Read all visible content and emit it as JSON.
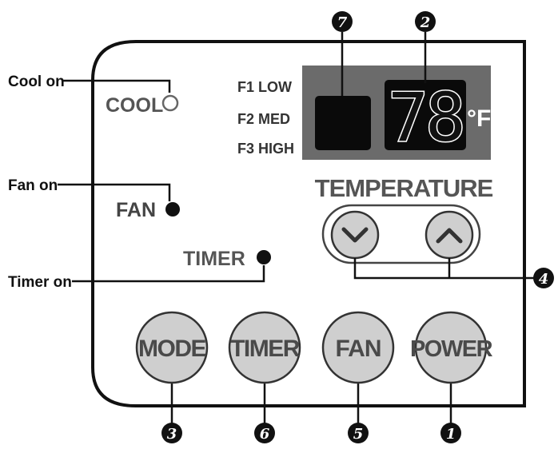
{
  "left_labels": {
    "cool_on": "Cool on",
    "fan_on": "Fan on",
    "timer_on": "Timer on"
  },
  "panel": {
    "cool_indicator": "COOL",
    "fan_indicator": "FAN",
    "timer_indicator": "TIMER",
    "fan_speeds": [
      "F1 LOW",
      "F2 MED",
      "F3 HIGH"
    ],
    "temperature_value": "78",
    "temperature_unit": "°F",
    "temperature_label": "TEMPERATURE",
    "buttons": {
      "mode": "MODE",
      "timer": "TIMER",
      "fan": "FAN",
      "power": "POWER"
    }
  },
  "callouts": {
    "power": "1",
    "temperature_display": "2",
    "mode": "3",
    "temperature_buttons": "4",
    "fan": "5",
    "timer": "6",
    "fan_speed_display": "7"
  },
  "icons": {
    "temp_down": "chevron-down-icon",
    "temp_up": "chevron-up-icon"
  },
  "colors": {
    "outline": "#111111",
    "button_fill": "#cfcfcf",
    "button_text": "#4a4a4a",
    "display_panel": "#6b6b6b",
    "display_screen": "#0a0a0a",
    "callout_fill": "#111111"
  }
}
